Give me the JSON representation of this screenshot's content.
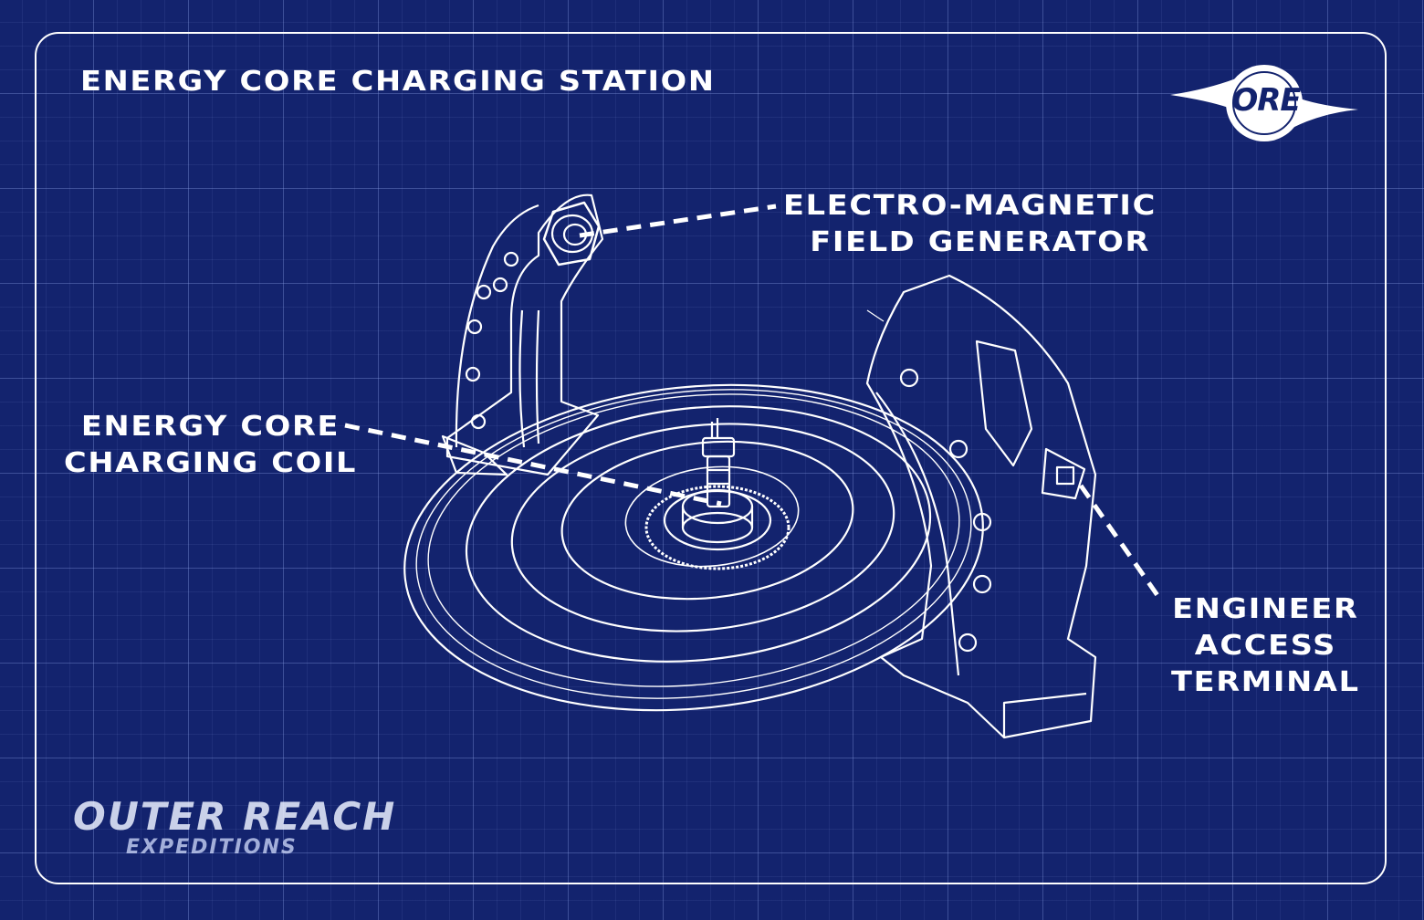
{
  "title": "ENERGY CORE CHARGING STATION",
  "labels": {
    "generator": [
      "ELECTRO-MAGNETIC",
      "FIELD GENERATOR"
    ],
    "coil": [
      "ENERGY CORE",
      "CHARGING COIL"
    ],
    "terminal": [
      "ENGINEER",
      "ACCESS",
      "TERMINAL"
    ]
  },
  "logo": {
    "text": "ORE"
  },
  "brand": {
    "main": "OUTER REACH",
    "sub": "EXPEDITIONS"
  },
  "colors": {
    "background": "#13236e",
    "line": "#ffffff"
  }
}
